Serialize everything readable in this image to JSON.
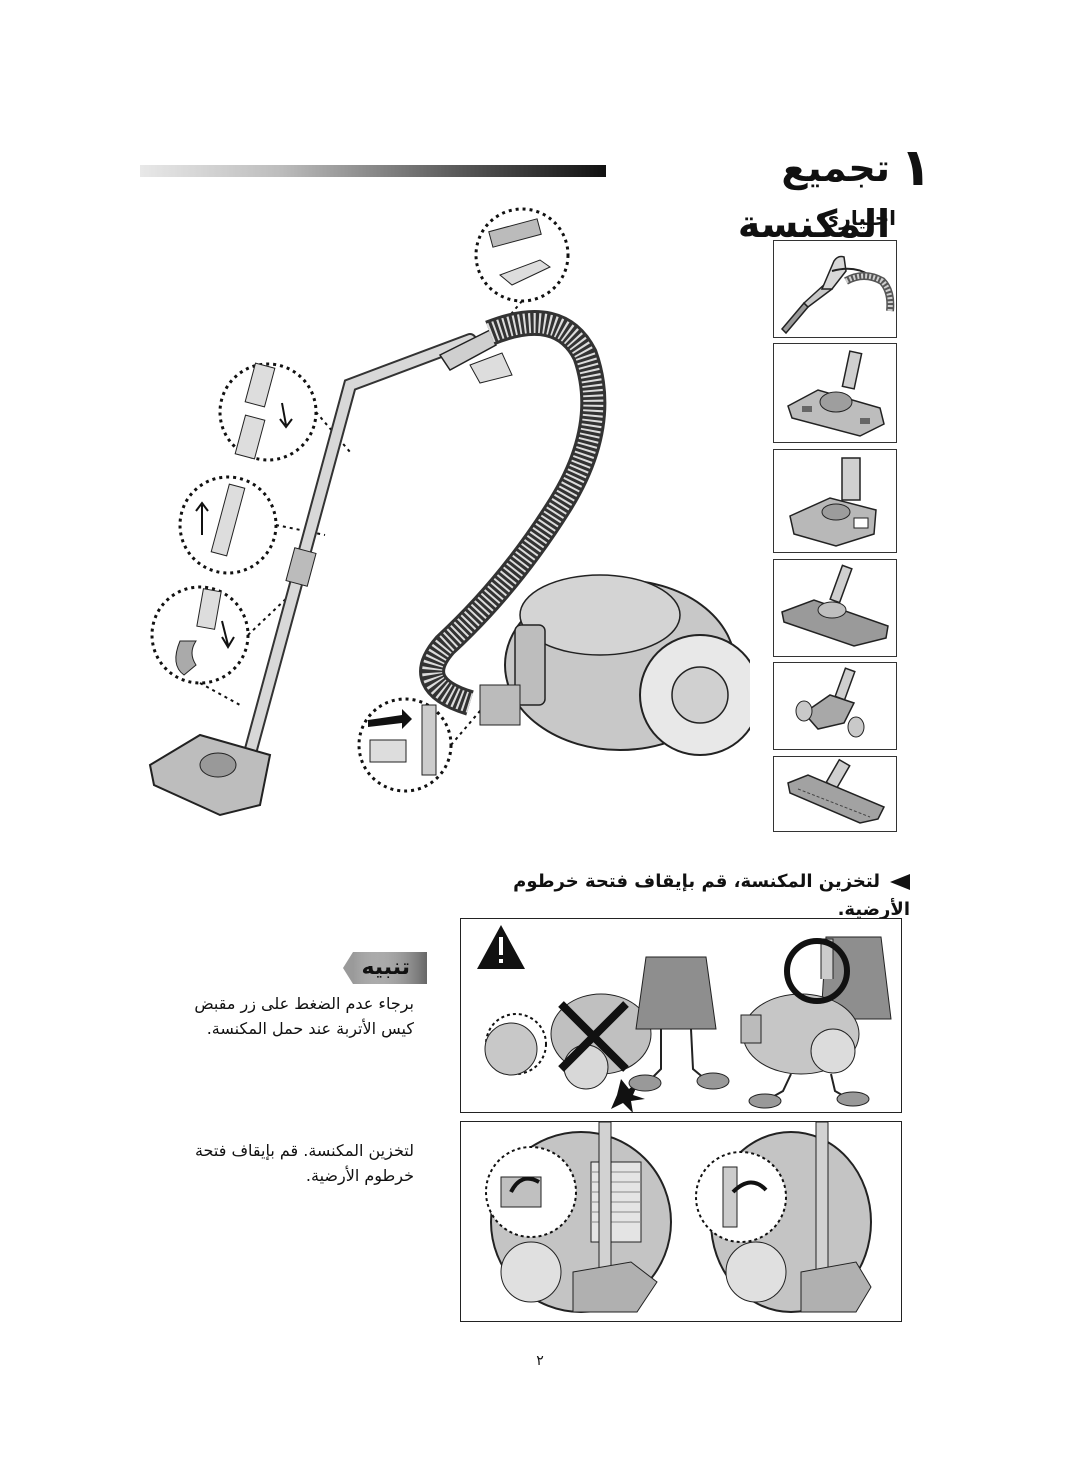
{
  "header": {
    "section_number": "١",
    "title": "تجميع المكنسة"
  },
  "accessories": {
    "label": "اختياري",
    "items": [
      {
        "icon": "hose-handle-icon"
      },
      {
        "icon": "floor-brush-icon"
      },
      {
        "icon": "turbo-brush-icon"
      },
      {
        "icon": "parquet-brush-icon"
      },
      {
        "icon": "mini-turbo-brush-icon"
      },
      {
        "icon": "wide-floor-nozzle-icon"
      }
    ]
  },
  "storage": {
    "instruction": "لتخزين المكنسة، قم بإيقاف فتحة خرطوم الأرضية."
  },
  "note": {
    "label": "تنبيه",
    "line1": "برجاء عدم الضغط على زر مقبض",
    "line2": "كيس الأتربة عند حمل المكنسة."
  },
  "store_text": {
    "line1": "لتخزين المكنسة. قم بإيقاف فتحة",
    "line2": "خرطوم الأرضية."
  },
  "page_number": "٢"
}
